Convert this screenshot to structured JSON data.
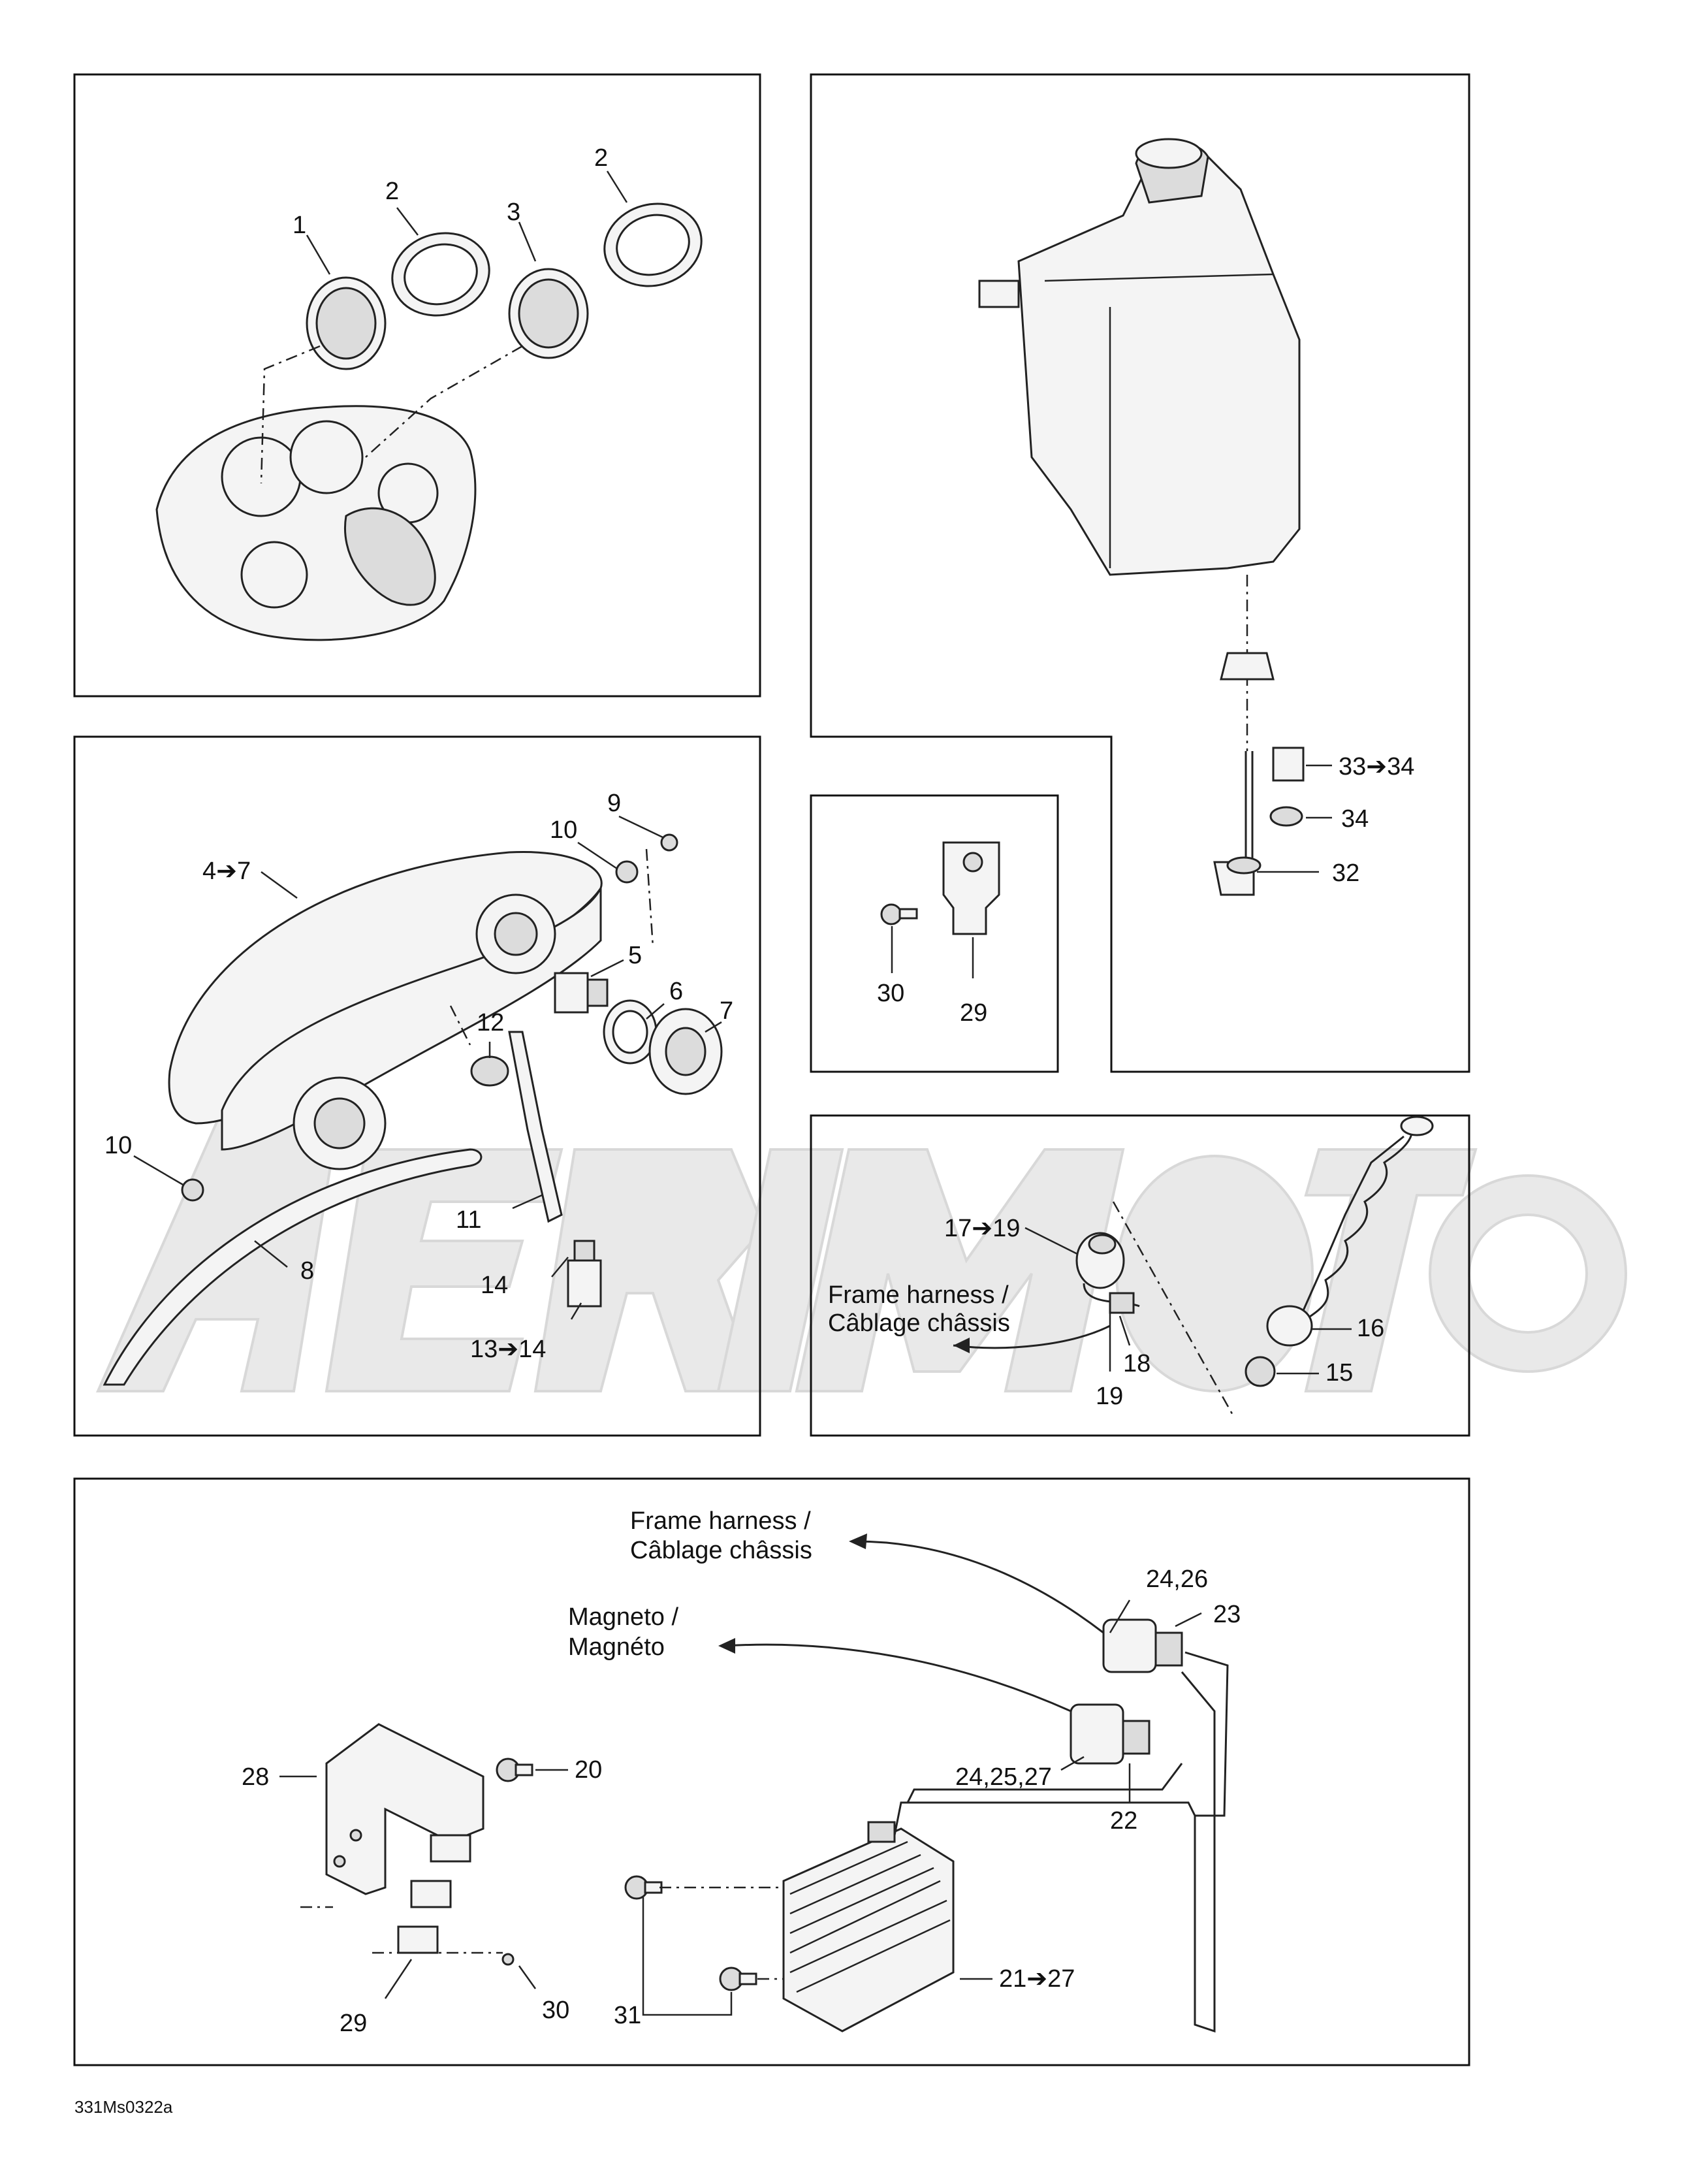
{
  "callouts": {
    "c1": "1",
    "c2a": "2",
    "c2b": "2",
    "c3": "3",
    "c4to7": "4➔7",
    "c5": "5",
    "c6": "6",
    "c7": "7",
    "c8": "8",
    "c9": "9",
    "c10a": "10",
    "c10b": "10",
    "c11": "11",
    "c12": "12",
    "c13to14": "13➔14",
    "c14": "14",
    "c15": "15",
    "c16": "16",
    "c17to19": "17➔19",
    "c18": "18",
    "c19": "19",
    "c20": "20",
    "c21to27": "21➔27",
    "c22": "22",
    "c23": "23",
    "c24_26": "24,26",
    "c24_25_27": "24,25,27",
    "c28": "28",
    "c29a": "29",
    "c29b": "29",
    "c30a": "30",
    "c30b": "30",
    "c31": "31",
    "c32": "32",
    "c33to34": "33➔34",
    "c34": "34"
  },
  "captions": {
    "frame_harness_a_1": "Frame harness /",
    "frame_harness_a_2": "Câblage châssis",
    "frame_harness_b_1": "Frame harness /",
    "frame_harness_b_2": "Câblage châssis",
    "magneto_1": "Magneto /",
    "magneto_2": "Magnéto"
  },
  "reference_code": "331Ms0322a",
  "watermark": "AeriMoto"
}
